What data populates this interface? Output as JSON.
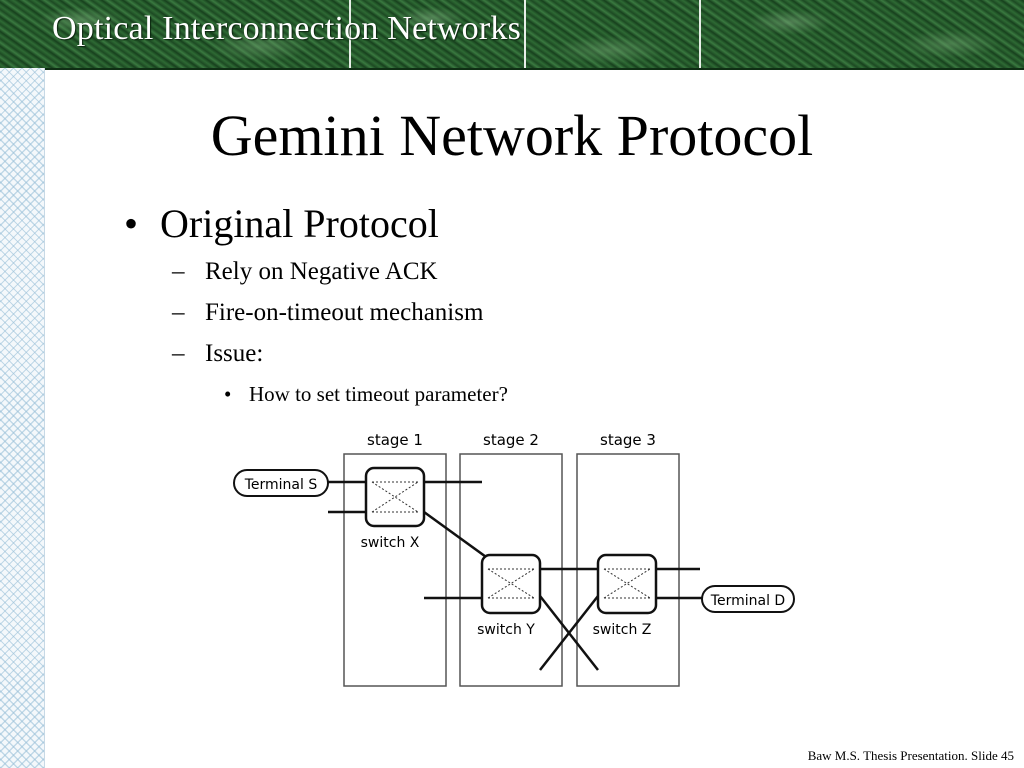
{
  "header": {
    "banner_title": "Optical Interconnection Networks"
  },
  "slide": {
    "title": "Gemini Network Protocol",
    "bullet_mark": "•",
    "dash_mark": "–",
    "bullet": "Original Protocol",
    "sub_items": [
      "Rely on Negative ACK",
      "Fire-on-timeout mechanism",
      "Issue:"
    ],
    "sub_sub_items": [
      "How to set timeout parameter?"
    ]
  },
  "diagram": {
    "stages": [
      "stage 1",
      "stage 2",
      "stage 3"
    ],
    "switches": [
      "switch X",
      "switch Y",
      "switch Z"
    ],
    "terminals": {
      "source": "Terminal S",
      "destination": "Terminal D"
    }
  },
  "footer": {
    "text": "Baw M.S. Thesis Presentation. Slide 45"
  },
  "colors": {
    "banner_green": "#23542a",
    "strip_blue": "#96bed7",
    "text": "#000000"
  }
}
